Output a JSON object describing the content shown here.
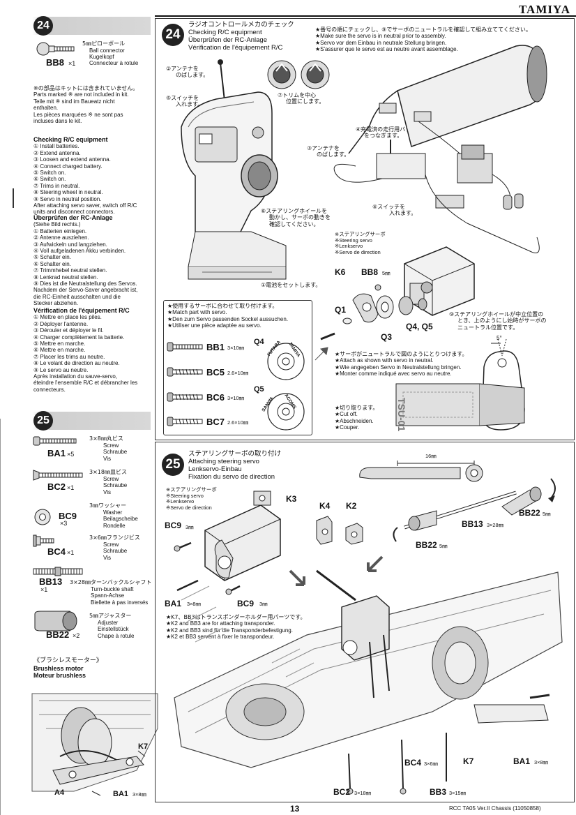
{
  "brand": "TAMIYA",
  "footer": {
    "page_number": "13",
    "doc_ref": "RCC TA05 Ver.II Chassis (11050858)"
  },
  "left": {
    "step24_number": "24",
    "step24_part": {
      "desc_ja": "5㎜ピローボール",
      "desc": [
        "Ball connector",
        "Kugelkopf",
        "Connecteur à rotule"
      ],
      "code": "BB8",
      "qty": "×1"
    },
    "note_lines": [
      "※の部品はキットには含まれていません。",
      "Parts marked ※ are not included in kit.",
      "Teile mit ※ sind im Baueatz nicht",
      "enthalten.",
      "Les pièces marquées ※ ne sont pas",
      "incluses dans le kit."
    ],
    "checking_en_title": "Checking R/C equipment",
    "checking_en": [
      "① Install batteries.",
      "② Extend antenna.",
      "③ Loosen and extend antenna.",
      "④ Connect charged battery.",
      "⑤ Switch on.",
      "⑥ Switch on.",
      "⑦ Trims in neutral.",
      "⑧ Steering wheel in neutral.",
      "⑨ Servo in neutral position.",
      "After attaching servo saver, switch off R/C",
      "units and disconnect connectors."
    ],
    "checking_de_title": "Überprüfen der RC-Anlage",
    "checking_de": [
      "(Siehe Bild rechts.)",
      "① Batterien einlegen.",
      "② Antenne ausziehen.",
      "③ Aufwickeln und langziehen.",
      "④ Voll aufgeladenen Akku verbinden.",
      "⑤ Schalter ein.",
      "⑥ Schalter ein.",
      "⑦ Trimmhebel neutral stellen.",
      "⑧ Lenkrad neutral stellen.",
      "⑨ Dies ist die Neutralstellung des Servos.",
      "Nachdem der Servo-Saver angebracht ist,",
      "die RC-Einheit ausschalten und die",
      "Stecker abziehen."
    ],
    "checking_fr_title": "Vérification de l'équipement R/C",
    "checking_fr": [
      "① Mettre en place les piles.",
      "② Déployer l'antenne.",
      "③ Dérouler et déployer le fil.",
      "④ Charger complètement la batterie.",
      "⑤ Mettre en marche.",
      "⑥ Mettre en marche.",
      "⑦ Placer les trims au neutre.",
      "⑧ Le volant de direction au neutre.",
      "⑨ Le servo au neutre.",
      "Après installation du sauve-servo,",
      "éteindre l'ensemble R/C et débrancher les",
      "connecteurs."
    ],
    "step25_number": "25",
    "step25_parts": [
      {
        "code": "BA1",
        "qty": "×5",
        "desc_ja": "3×8㎜丸ビス",
        "desc": [
          "Screw",
          "Schraube",
          "Vis"
        ]
      },
      {
        "code": "BC2",
        "qty": "×1",
        "desc_ja": "3×18㎜皿ビス",
        "desc": [
          "Screw",
          "Schraube",
          "Vis"
        ]
      },
      {
        "code": "BC9",
        "qty": "×3",
        "desc_ja": "3㎜ワッシャー",
        "desc": [
          "Washer",
          "Beilagscheibe",
          "Rondelle"
        ]
      },
      {
        "code": "BC4",
        "qty": "×1",
        "desc_ja": "3×6㎜フランジビス",
        "desc": [
          "Screw",
          "Schraube",
          "Vis"
        ]
      },
      {
        "code": "BB13",
        "qty": "×1",
        "desc_ja": "3×28㎜ターンバックルシャフト",
        "desc": [
          "Turn-buckle shaft",
          "Spann-Achse",
          "Biellette à pas inversés"
        ]
      },
      {
        "code": "BB22",
        "qty": "×2",
        "desc_ja": "5㎜アジャスター",
        "desc": [
          "Adjuster",
          "Einstellstück",
          "Chape à rotule"
        ]
      }
    ],
    "brushless_title": [
      "《ブラシレスモーター》",
      "Brushless motor",
      "Moteur brushless"
    ],
    "brushless_labels": {
      "k7": "K7",
      "a4": "A4",
      "ba1": "BA1",
      "ba1_size": "3×8㎜"
    }
  },
  "panel24": {
    "number": "24",
    "title_ja": "ラジオコントロールメカのチェック",
    "title_en": "Checking R/C equipment",
    "title_de": "Überprüfen der RC-Anlage",
    "title_fr": "Vérification de l'équipement R/C",
    "notes": [
      "★番号の順にチェックし、⑨でサーボのニュートラルを確認して組み立ててください。",
      "★Make sure the servo is in neutral prior to assembly.",
      "★Servo vor dem Einbau in neutrale Stellung bringen.",
      "★S'assurer que le servo est au neutre avant assemblage."
    ],
    "callouts": {
      "c2": [
        "②アンテナを",
        "のばします。"
      ],
      "c5": [
        "⑤スイッチを",
        "入れます。"
      ],
      "c7": [
        "⑦トリムを中心",
        "位置にします。"
      ],
      "c4": [
        "④充電済の走行用バッテリー",
        "をつなぎます。"
      ],
      "c3": [
        "③アンテナを",
        "のばします。"
      ],
      "c6": [
        "⑥スイッチを",
        "入れます。"
      ],
      "c8": [
        "⑧ステアリングホイールを",
        "動かし、サーボの動きを",
        "確認してください。"
      ],
      "c1": "①電池をセットします。",
      "c9": [
        "⑨ステアリングホイールが中立位置の",
        "とき、上のようにし始時がサーボの",
        "ニュートラル位置です。"
      ]
    },
    "servo_label": [
      "※ステアリングサーボ",
      "※Steering servo",
      "※Lenkservo",
      "※Servo de direction"
    ],
    "labels": {
      "k6": "K6",
      "bb8": "BB8",
      "bb8_size": "5㎜",
      "q1": "Q1",
      "q3": "Q3",
      "q4q5": "Q4, Q5",
      "five_deg": "5°"
    },
    "match_notes": [
      "★使用するサーボに合わせて取り付けます。",
      "★Match part with servo.",
      "★Den zum Servo passenden Sockel aussuchen.",
      "★Utiliser une pièce adaptée au servo."
    ],
    "screws": [
      {
        "code": "BB1",
        "size": "3×10㎜"
      },
      {
        "code": "BC5",
        "size": "2.6×10㎜"
      },
      {
        "code": "BC6",
        "size": "3×10㎜"
      },
      {
        "code": "BC7",
        "size": "2.6×10㎜"
      }
    ],
    "q4_label": "Q4",
    "q5_label": "Q5",
    "q4_brands": [
      "FUTABA",
      "TAMIYA"
    ],
    "q5_brands": [
      "SANWA",
      "ACOMS"
    ],
    "attach_notes": [
      "★サーボがニュートラルで図のようにとりつけます。",
      "★Attach as shown with servo in neutral.",
      "★Wie angegeben Servo in Neutralstellung bringen.",
      "★Monter comme indiqué avec servo au neutre."
    ],
    "cut_notes": [
      "★切り取ります。",
      "★Cut off.",
      "★Abschneiden.",
      "★Couper."
    ],
    "sticker_text": "TSU-01"
  },
  "panel25": {
    "number": "25",
    "title_ja": "ステアリングサーボの取り付け",
    "title_en": "Attaching steering servo",
    "title_de": "Lenkservo-Einbau",
    "title_fr": "Fixation du servo de direction",
    "servo_label": [
      "※ステアリングサーボ",
      "※Steering servo",
      "※Lenkservo",
      "※Servo de direction"
    ],
    "labels": {
      "k3": "K3",
      "k4": "K4",
      "k2": "K2",
      "bc9": "BC9",
      "bc9_size": "3㎜",
      "ba1": "BA1",
      "ba1_size": "3×8㎜",
      "bc9b": "BC9",
      "bc9b_size": "3㎜",
      "dim16": "16㎜",
      "bb13": "BB13",
      "bb13_size": "3×28㎜",
      "bb22a": "BB22",
      "bb22a_size": "5㎜",
      "bb22b": "BB22",
      "bb22b_size": "5㎜",
      "k7": "K7",
      "ba1b": "BA1",
      "ba1b_size": "3×8㎜",
      "bc4": "BC4",
      "bc4_size": "3×6㎜",
      "bc2": "BC2",
      "bc2_size": "3×18㎜",
      "bb3": "BB3",
      "bb3_size": "3×15㎜"
    },
    "transponder_notes": [
      "★K7、BB3はトランスポンダーホルダー用パーツです。",
      "★K2 and BB3 are for attaching transponder.",
      "★K2 and BB3 sind für die Transponderbefestigung.",
      "★K2 et BB3 servent à fixer le transpondeur."
    ]
  }
}
